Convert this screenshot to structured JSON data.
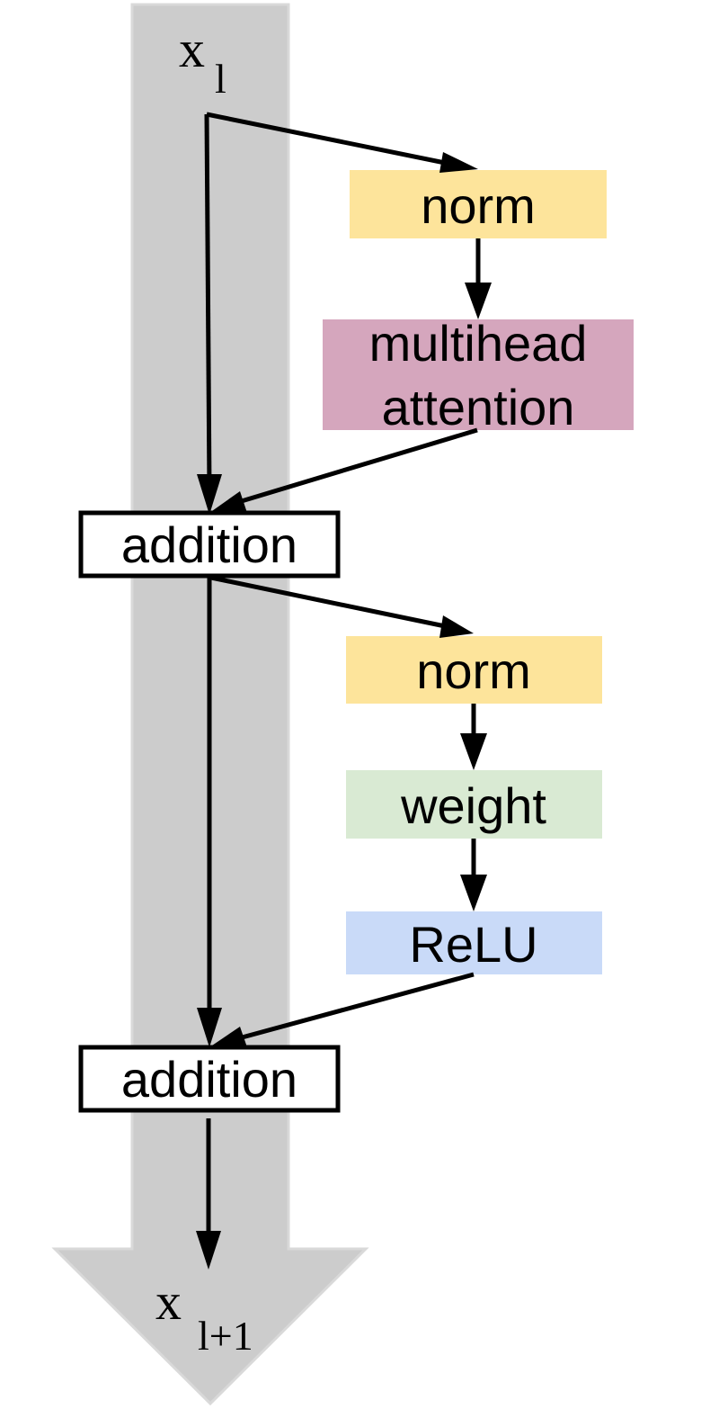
{
  "diagram": {
    "colors": {
      "residual_stream": "#cccccc",
      "norm": "#fde49b",
      "attention": "#d5a6bd",
      "weight": "#d9ead3",
      "relu": "#c9daf8",
      "addition": "#ffffff",
      "line": "#000000"
    },
    "input": {
      "symbol": "x",
      "subscript": "l"
    },
    "output": {
      "symbol": "x",
      "subscript": "l+1"
    },
    "attention_block": {
      "norm_label": "norm",
      "attention_line1": "multihead",
      "attention_line2": "attention",
      "addition_label": "addition"
    },
    "mlp_block": {
      "norm_label": "norm",
      "weight_label": "weight",
      "relu_label": "ReLU",
      "addition_label": "addition"
    }
  }
}
